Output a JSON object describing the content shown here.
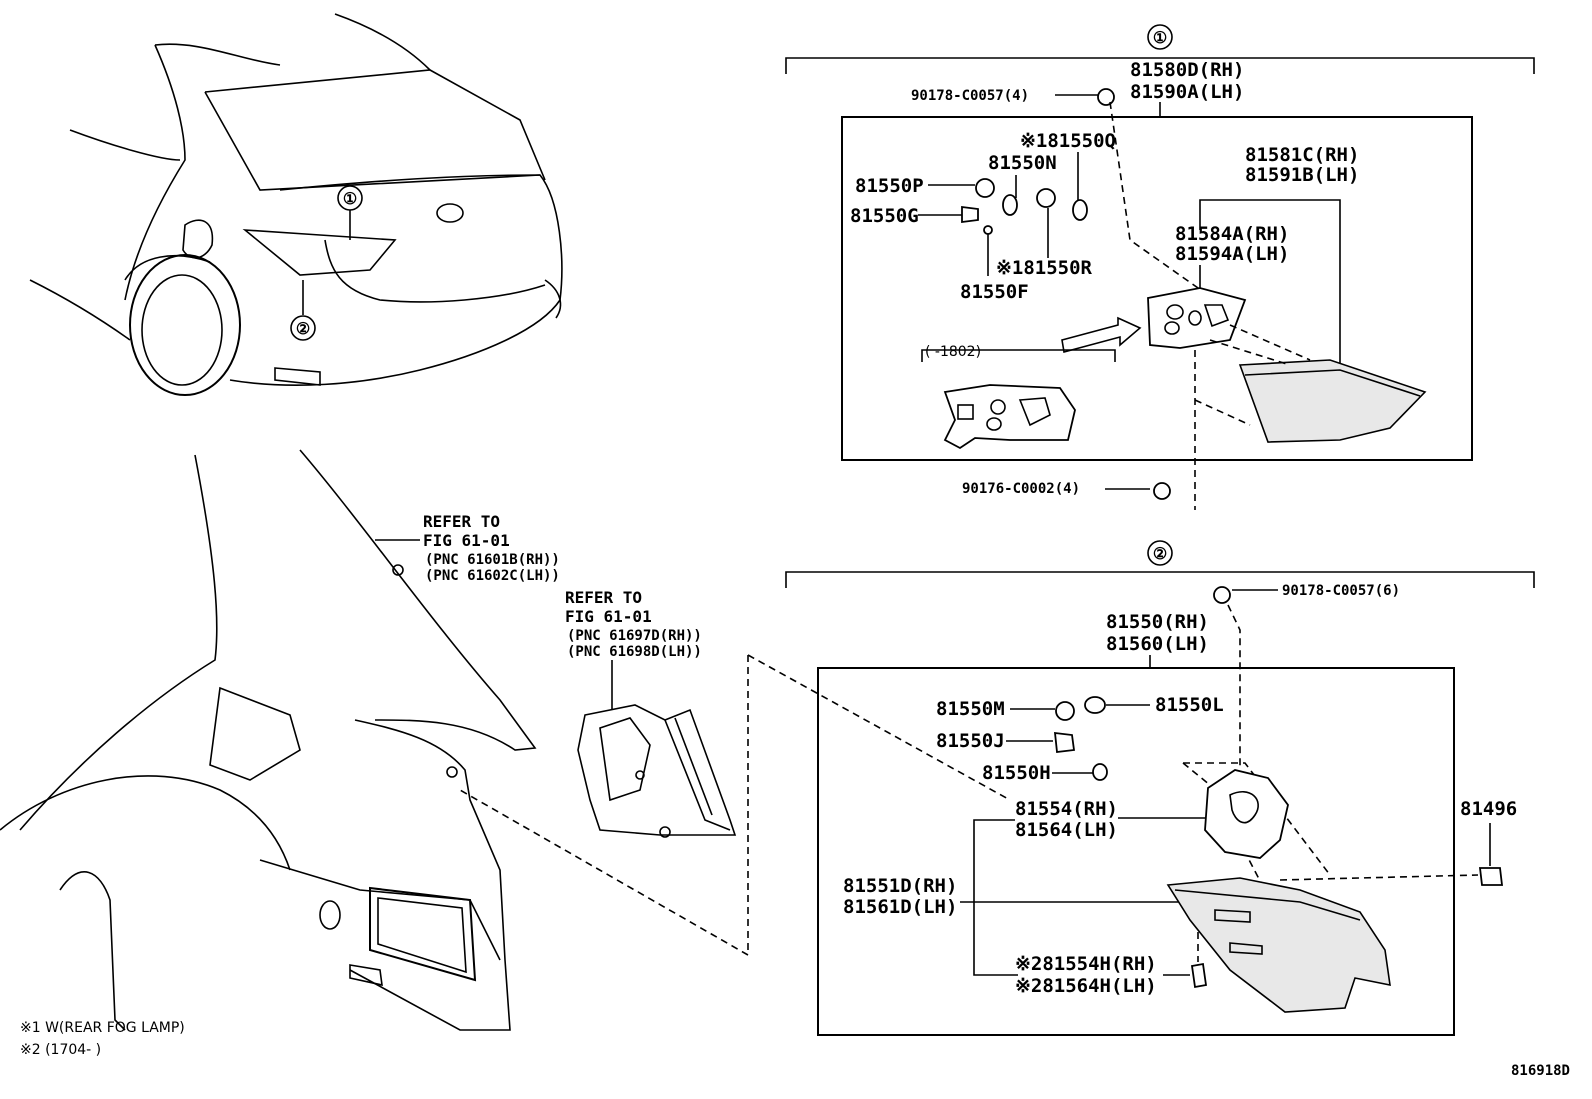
{
  "callouts": {
    "c1": "①",
    "c2": "②"
  },
  "notes": {
    "note1": "※1 W(REAR FOG LAMP)",
    "note2": "※2 (1704-       )"
  },
  "footer": {
    "figure_code": "816918D"
  },
  "refs": {
    "ref1": {
      "line1": "REFER TO",
      "line2": "FIG 61-01",
      "line3": "(PNC 61601B(RH))",
      "line4": "(PNC 61602C(LH))"
    },
    "ref2": {
      "line1": "REFER TO",
      "line2": "FIG 61-01",
      "line3": "(PNC 61697D(RH))",
      "line4": "(PNC 61698D(LH))"
    }
  },
  "group1": {
    "assy_rh": "81580D(RH)",
    "assy_lh": "81590A(LH)",
    "screw_top": "90178-C0057(4)",
    "p_81550q": "※181550Q",
    "p_81550n": "81550N",
    "p_81550p": "81550P",
    "p_81550g": "81550G",
    "p_81550r": "※181550R",
    "p_81550f": "81550F",
    "lens_rh": "81581C(RH)",
    "lens_lh": "81591B(LH)",
    "gasket_rh": "81584A(RH)",
    "gasket_lh": "81594A(LH)",
    "variant": "(      -1802)",
    "screw_bottom": "90176-C0002(4)"
  },
  "group2": {
    "screw_top": "90178-C0057(6)",
    "assy_rh": "81550(RH)",
    "assy_lh": "81560(LH)",
    "p_81550m": "81550M",
    "p_81550l": "81550L",
    "p_81550j": "81550J",
    "p_81550h": "81550H",
    "gasket_rh": "81554(RH)",
    "gasket_lh": "81564(LH)",
    "lens_rh": "81551D(RH)",
    "lens_lh": "81561D(LH)",
    "seal_rh": "※281554H(RH)",
    "seal_lh": "※281564H(LH)",
    "clip": "81496"
  }
}
